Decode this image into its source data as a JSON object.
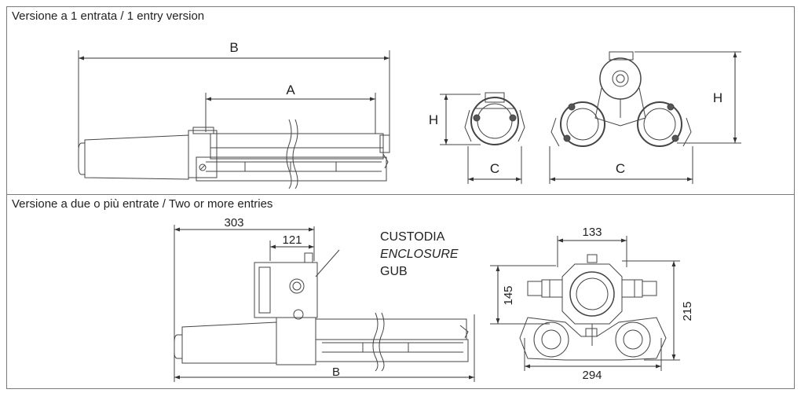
{
  "top_section": {
    "heading": "Versione a 1 entrata / 1 entry version",
    "dimensions": {
      "b": "B",
      "a": "A",
      "h_left": "H",
      "c_left": "C",
      "h_right": "H",
      "c_right": "C"
    }
  },
  "bottom_section": {
    "heading": "Versione a due o più entrate / Two or more entries",
    "dimensions": {
      "d303": "303",
      "d121": "121",
      "d133": "133",
      "d145": "145",
      "d215": "215",
      "d294": "294",
      "b": "B"
    },
    "enclosure_label": {
      "line1": "CUSTODIA",
      "line2": "ENCLOSURE",
      "line3": "GUB"
    }
  }
}
